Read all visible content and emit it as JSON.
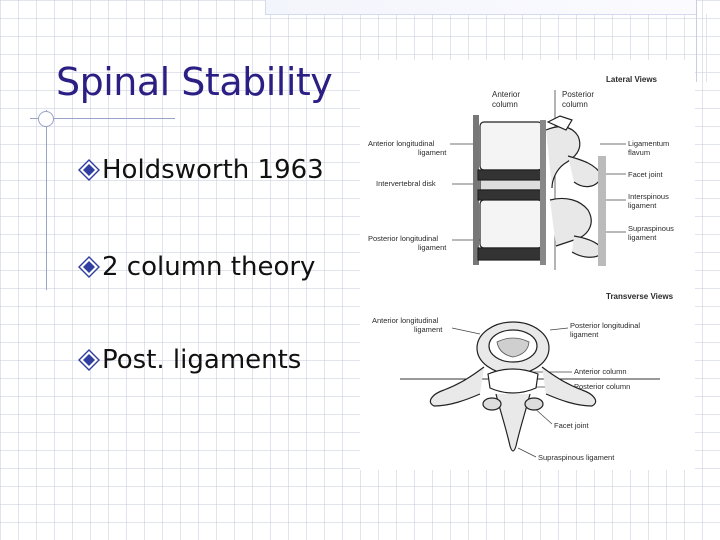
{
  "slide": {
    "title": "Spinal Stability",
    "bullets": [
      {
        "text": "Holdsworth 1963"
      },
      {
        "text": "2 column theory"
      },
      {
        "text": "Post. ligaments"
      }
    ]
  },
  "figure": {
    "lateral": {
      "heading": "Lateral Views",
      "anterior_column": [
        "Anterior",
        "column"
      ],
      "posterior_column": [
        "Posterior",
        "column"
      ],
      "left_labels": [
        [
          "Anterior longitudinal",
          "ligament"
        ],
        [
          "Intervertebral disk"
        ],
        [
          "Posterior longitudinal",
          "ligament"
        ]
      ],
      "right_labels": [
        [
          "Ligamentum",
          "flavum"
        ],
        [
          "Facet joint"
        ],
        [
          "Interspinous",
          "ligament"
        ],
        [
          "Supraspinous",
          "ligament"
        ]
      ]
    },
    "transverse": {
      "heading": "Transverse Views",
      "left_labels": [
        [
          "Anterior longitudinal",
          "ligament"
        ]
      ],
      "right_labels": [
        [
          "Posterior longitudinal",
          "ligament"
        ],
        [
          "Anterior column"
        ],
        [
          "Posterior column"
        ],
        [
          "Facet joint"
        ],
        [
          "Supraspinous ligament"
        ]
      ]
    }
  },
  "colors": {
    "title": "#2b1f84",
    "bullet_text": "#111111",
    "bullet_mark": "#2f3ea0",
    "grid": "#bec3d7"
  }
}
